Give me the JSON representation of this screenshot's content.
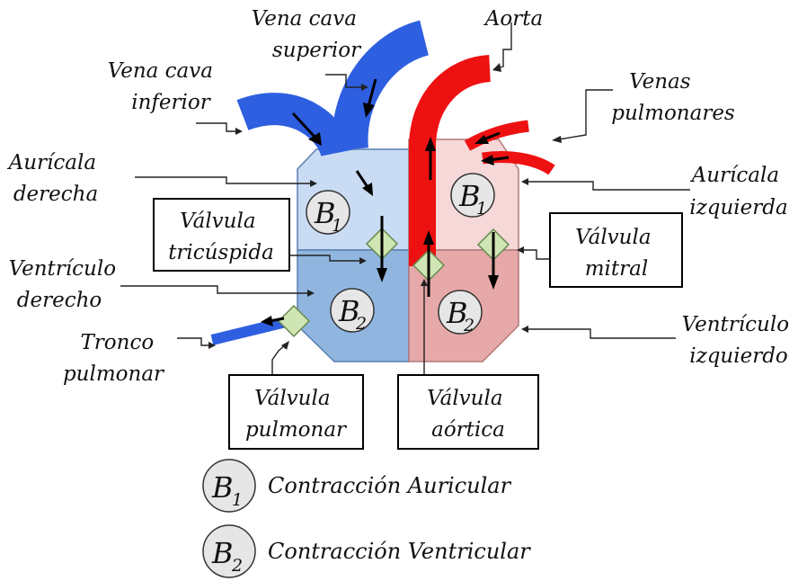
{
  "labels": {
    "vena_cava_superior": [
      "Vena cava",
      "superior"
    ],
    "vena_cava_inferior": [
      "Vena cava",
      "inferior"
    ],
    "aorta": [
      "Aorta"
    ],
    "venas_pulmonares": [
      "Venas",
      "pulmonares"
    ],
    "auricula_derecha": [
      "Aurícala",
      "derecha"
    ],
    "auricula_izquierda": [
      "Aurícala",
      "izquierda"
    ],
    "ventriculo_derecho": [
      "Ventrículo",
      "derecho"
    ],
    "ventriculo_izquierdo": [
      "Ventrículo",
      "izquierdo"
    ],
    "tronco_pulmonar": [
      "Tronco",
      "pulmonar"
    ]
  },
  "boxes": {
    "valvula_tricuspida": [
      "Válvula",
      "tricúspida"
    ],
    "valvula_mitral": [
      "Válvula",
      "mitral"
    ],
    "valvula_pulmonar": [
      "Válvula",
      "pulmonar"
    ],
    "valvula_aortica": [
      "Válvula",
      "aórtica"
    ]
  },
  "badges": {
    "b1": {
      "main": "B",
      "sub": "1"
    },
    "b2": {
      "main": "B",
      "sub": "2"
    }
  },
  "legend": [
    {
      "badge_main": "B",
      "badge_sub": "1",
      "text": "Contracción Auricular"
    },
    {
      "badge_main": "B",
      "badge_sub": "2",
      "text": "Contracción Ventricular"
    }
  ],
  "colors": {
    "deoxygenated_blue": "#2e5fe0",
    "oxygenated_red": "#ee1111",
    "right_atrium": "#c9dcf3",
    "right_ventricle": "#90b6e0",
    "left_atrium": "#f6d8d8",
    "left_ventricle": "#e6a8a8",
    "valve_green": "#cfe6b4"
  }
}
